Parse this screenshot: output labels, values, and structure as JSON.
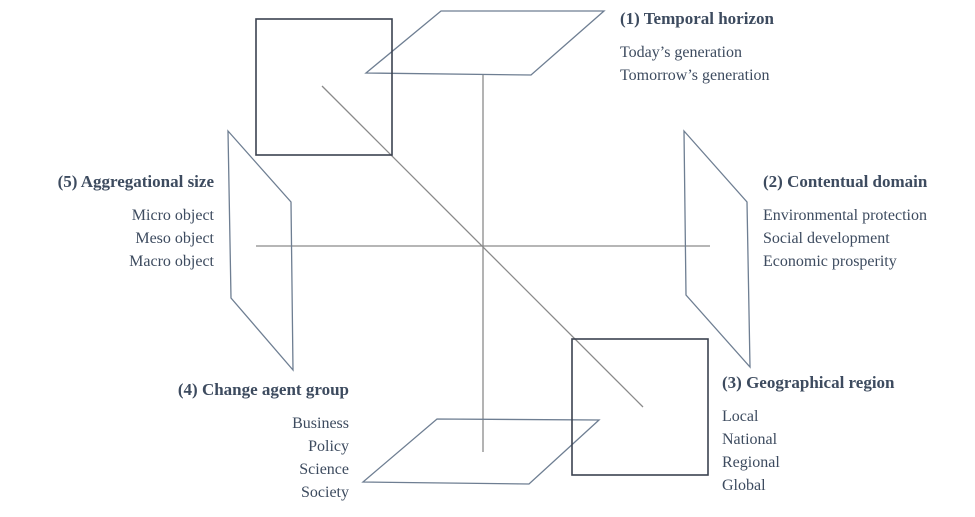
{
  "dimensions": [
    {
      "id": "temporal",
      "title": "(1) Temporal horizon",
      "items": [
        "Today’s generation",
        "Tomorrow’s generation"
      ]
    },
    {
      "id": "contentual",
      "title": "(2) Contentual domain",
      "items": [
        "Environmental protection",
        "Social development",
        "Economic prosperity"
      ]
    },
    {
      "id": "geographical",
      "title": "(3) Geographical region",
      "items": [
        "Local",
        "National",
        "Regional",
        "Global"
      ]
    },
    {
      "id": "change-agent",
      "title": "(4) Change agent group",
      "items": [
        "Business",
        "Policy",
        "Science",
        "Society"
      ]
    },
    {
      "id": "aggregational",
      "title": "(5) Aggregational size",
      "items": [
        "Micro object",
        "Meso object",
        "Macro object"
      ]
    }
  ],
  "colors": {
    "text": "#3d4b5f",
    "plane_stroke": "#6e7e92",
    "axis": "#8a8a8a",
    "square_stroke": "#3b4250"
  }
}
